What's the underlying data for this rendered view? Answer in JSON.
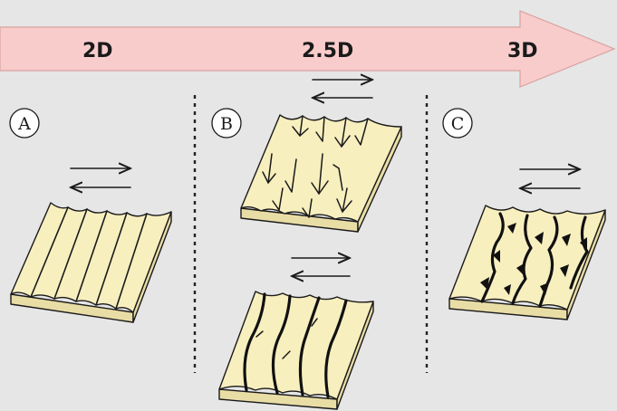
{
  "scale_arrow": {
    "labels": [
      "2D",
      "2.5D",
      "3D"
    ],
    "color": "#f9cccc",
    "stroke": "#d9a0a0"
  },
  "panels": [
    {
      "letter": "A"
    },
    {
      "letter": "B"
    },
    {
      "letter": "C"
    }
  ],
  "colors": {
    "background": "#e6e6e6",
    "slab_top": "#f8efbf",
    "slab_side": "#e9dda6",
    "ink": "#1a1a1a"
  }
}
